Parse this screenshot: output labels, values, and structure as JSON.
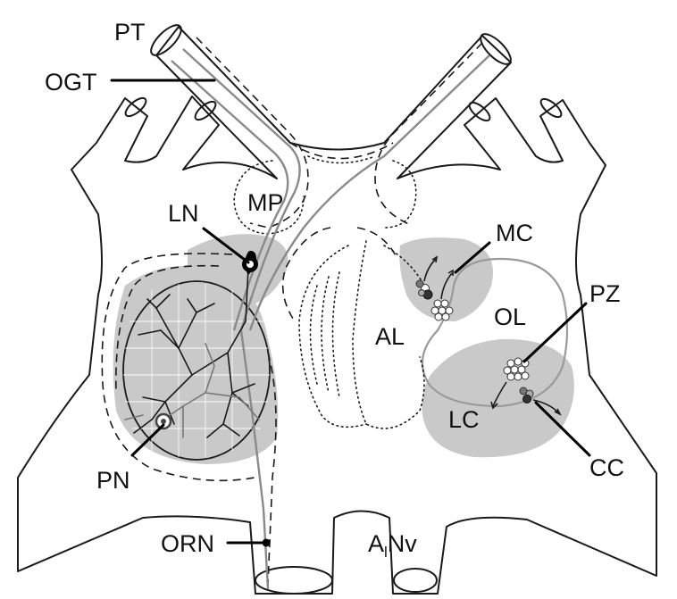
{
  "labels": {
    "pt": "PT",
    "ogt": "OGT",
    "mp": "MP",
    "ln": "LN",
    "mc": "MC",
    "pz": "PZ",
    "ol": "OL",
    "al": "AL",
    "lc": "LC",
    "cc": "CC",
    "pn": "PN",
    "orn": "ORN",
    "alnv_main": "A",
    "alnv_sub": "l",
    "alnv_tail": "Nv"
  },
  "colors": {
    "region_fill": "#c9c9c9",
    "outline": "#1a1a1a",
    "tract": "#8a8a8a"
  }
}
